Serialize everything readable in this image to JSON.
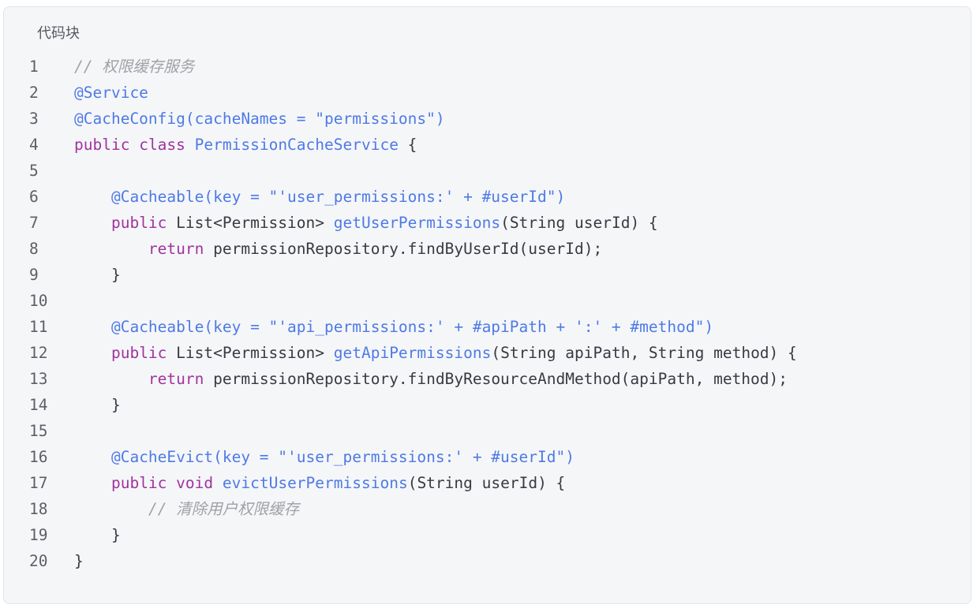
{
  "block": {
    "title": "代码块",
    "language": "java",
    "lines": [
      [
        [
          "cm",
          "// 权限缓存服务"
        ]
      ],
      [
        [
          "an",
          "@Service"
        ]
      ],
      [
        [
          "an",
          "@CacheConfig(cacheNames = \"permissions\")"
        ]
      ],
      [
        [
          "kw",
          "public"
        ],
        [
          "tx",
          " "
        ],
        [
          "kw",
          "class"
        ],
        [
          "tx",
          " "
        ],
        [
          "fn",
          "PermissionCacheService"
        ],
        [
          "tx",
          " {"
        ]
      ],
      [],
      [
        [
          "tx",
          "    "
        ],
        [
          "an",
          "@Cacheable(key = \"'user_permissions:' + #userId\")"
        ]
      ],
      [
        [
          "tx",
          "    "
        ],
        [
          "kw",
          "public"
        ],
        [
          "tx",
          " List<Permission> "
        ],
        [
          "fn",
          "getUserPermissions"
        ],
        [
          "tx",
          "(String userId) {"
        ]
      ],
      [
        [
          "tx",
          "        "
        ],
        [
          "kw",
          "return"
        ],
        [
          "tx",
          " permissionRepository.findByUserId(userId);"
        ]
      ],
      [
        [
          "tx",
          "    }"
        ]
      ],
      [],
      [
        [
          "tx",
          "    "
        ],
        [
          "an",
          "@Cacheable(key = \"'api_permissions:' + #apiPath + ':' + #method\")"
        ]
      ],
      [
        [
          "tx",
          "    "
        ],
        [
          "kw",
          "public"
        ],
        [
          "tx",
          " List<Permission> "
        ],
        [
          "fn",
          "getApiPermissions"
        ],
        [
          "tx",
          "(String apiPath, String method) {"
        ]
      ],
      [
        [
          "tx",
          "        "
        ],
        [
          "kw",
          "return"
        ],
        [
          "tx",
          " permissionRepository.findByResourceAndMethod(apiPath, method);"
        ]
      ],
      [
        [
          "tx",
          "    }"
        ]
      ],
      [],
      [
        [
          "tx",
          "    "
        ],
        [
          "an",
          "@CacheEvict(key = \"'user_permissions:' + #userId\")"
        ]
      ],
      [
        [
          "tx",
          "    "
        ],
        [
          "kw",
          "public"
        ],
        [
          "tx",
          " "
        ],
        [
          "kw",
          "void"
        ],
        [
          "tx",
          " "
        ],
        [
          "fn",
          "evictUserPermissions"
        ],
        [
          "tx",
          "(String userId) {"
        ]
      ],
      [
        [
          "tx",
          "        "
        ],
        [
          "cm",
          "// 清除用户权限缓存"
        ]
      ],
      [
        [
          "tx",
          "    }"
        ]
      ],
      [
        [
          "tx",
          "}"
        ]
      ]
    ]
  }
}
